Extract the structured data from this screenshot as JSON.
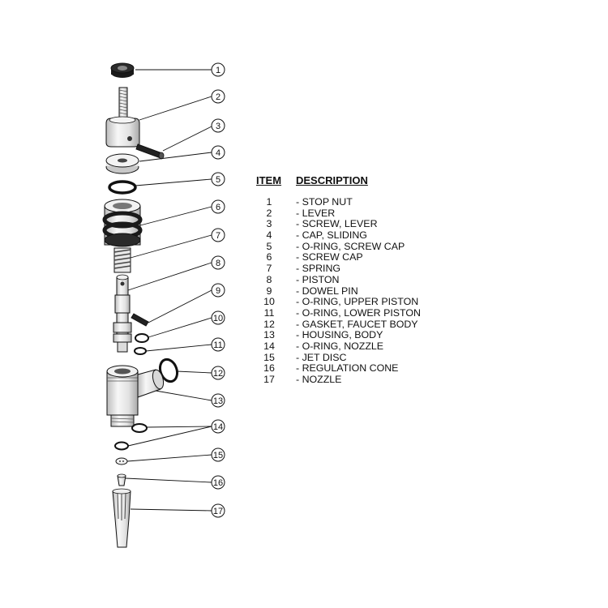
{
  "table": {
    "header_item": "ITEM",
    "header_description": "DESCRIPTION",
    "rows": [
      {
        "item": "1",
        "description": "- STOP NUT"
      },
      {
        "item": "2",
        "description": "- LEVER"
      },
      {
        "item": "3",
        "description": "- SCREW, LEVER"
      },
      {
        "item": "4",
        "description": "- CAP, SLIDING"
      },
      {
        "item": "5",
        "description": "- O-RING, SCREW CAP"
      },
      {
        "item": "6",
        "description": "- SCREW CAP"
      },
      {
        "item": "7",
        "description": "- SPRING"
      },
      {
        "item": "8",
        "description": "- PISTON"
      },
      {
        "item": "9",
        "description": "- DOWEL PIN"
      },
      {
        "item": "10",
        "description": "- O-RING, UPPER PISTON"
      },
      {
        "item": "11",
        "description": "- O-RING, LOWER PISTON"
      },
      {
        "item": "12",
        "description": "- GASKET, FAUCET BODY"
      },
      {
        "item": "13",
        "description": "- HOUSING, BODY"
      },
      {
        "item": "14",
        "description": "- O-RING, NOZZLE"
      },
      {
        "item": "15",
        "description": "- JET DISC"
      },
      {
        "item": "16",
        "description": "- REGULATION CONE"
      },
      {
        "item": "17",
        "description": "- NOZZLE"
      }
    ]
  },
  "callouts": [
    "1",
    "2",
    "3",
    "4",
    "5",
    "6",
    "7",
    "8",
    "9",
    "10",
    "11",
    "12",
    "13",
    "14",
    "15",
    "16",
    "17"
  ],
  "colors": {
    "line": "#111111",
    "part_fill": "#ececec",
    "part_shade": "#bdbdbd",
    "dark": "#1a1a1a"
  }
}
